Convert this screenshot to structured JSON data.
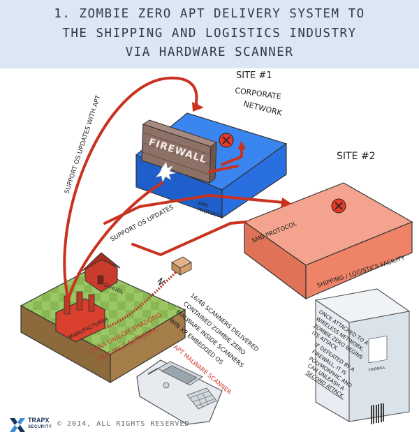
{
  "title": {
    "line1": "1. ZOMBIE ZERO APT DELIVERY SYSTEM TO",
    "line2": "THE SHIPPING AND LOGISTICS INDUSTRY",
    "line3": "VIA HARDWARE SCANNER"
  },
  "labels": {
    "site1_a": "SITE #1",
    "site1_b": "CORPORATE",
    "site1_c": "NETWORK",
    "site2": "SITE #2",
    "firewall": "FIREWALL",
    "smb_small_a": "SMB",
    "smb_small_b": "PROTOCOL",
    "smb_protocol": "SMB PROTOCOL",
    "facility": "SHIPPING / LOGISTICS FACILITY",
    "support_os_with_apt": "SUPPORT OS UPDATES WITH APT",
    "support_os": "SUPPORT OS UPDATES",
    "school": "SCHOOL",
    "manufacturer": "MANUFACTURER",
    "china_a": "CHINA UNICOM SHADONG",
    "china_b": "PROVINCE NETWORK",
    "scanners_1": "16/48 SCANNERS DELIVERED",
    "scanners_2": "CONTAINED ZOMBIE ZERO",
    "scanners_3": "MALWARE INSIDE SCANNERS",
    "scanners_4": "WIN XP EMBEDDED OS",
    "apt_malware_scanner": "APT MALWARE SCANNER",
    "box_1": "ONCE ATTACHED TO A",
    "box_2": "WIRELESS NETWORK,",
    "box_3": "ZOMBIE ZERO BEGINS",
    "box_4": "ITS ATTACK.",
    "box_5": "IF DEFEATED BY A",
    "box_6": "FIREWALL, IT IS",
    "box_7": "POLYMORPHIC AND",
    "box_8": "CAN UNLEASH A",
    "box_9": "SECOND ATTACK.",
    "box_side": "FIREWALL"
  },
  "footer": {
    "logo_line1": "TRAPX",
    "logo_line2": "SECURITY",
    "copyright": "© 2014, ALL RIGHTS RESERVED"
  },
  "colors": {
    "banner": "#dbe7f5",
    "arrow_red": "#c8321f",
    "site1_blue": "#2a6fe0",
    "site2_salmon": "#f08a6e",
    "factory_red": "#d9412e",
    "grass_green": "#8fbf5a",
    "firewall_brown": "#8a6b60"
  },
  "icons": [
    "x-mark-icon",
    "trapx-logo-icon"
  ]
}
